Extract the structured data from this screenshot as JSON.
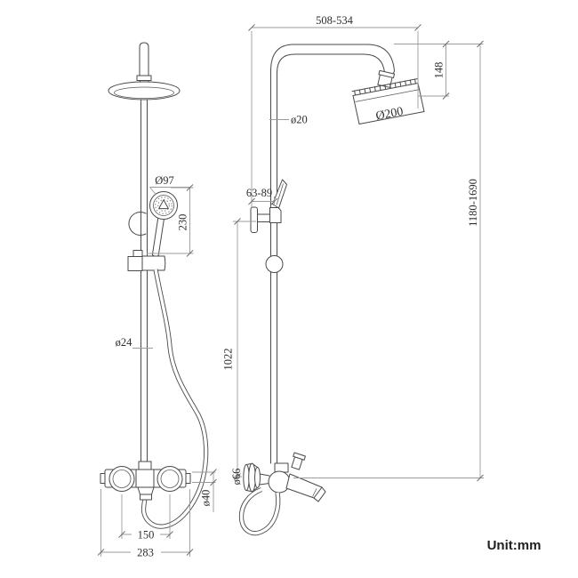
{
  "drawing": {
    "unit_note": "Unit:mm",
    "dimensions": {
      "top_width": "508-534",
      "head_offset_height": "148",
      "head_diameter": "Ø200",
      "riser_pipe_diameter": "ø20",
      "wall_clearance": "63-89",
      "overall_height": "1180-1690",
      "riser_length": "1022",
      "wall_flange_diameter": "ø66",
      "hand_shower_diameter": "Ø97",
      "hand_shower_length": "230",
      "slide_rail_diameter": "ø24",
      "outlet_diameter": "ø40",
      "inlet_centers": "150",
      "valve_width": "283"
    }
  }
}
